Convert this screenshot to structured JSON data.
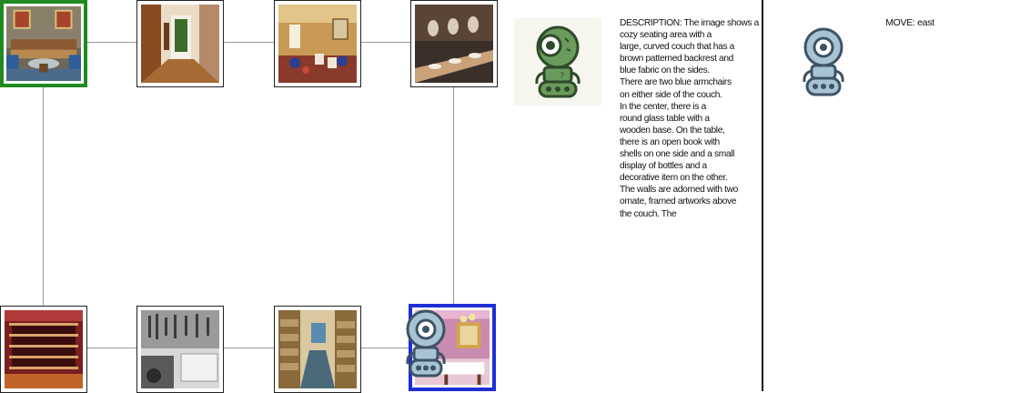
{
  "description_panel": {
    "text": "DESCRIPTION: The image shows a\ncozy seating area with a\nlarge, curved couch that has a\nbrown patterned backrest and\nblue fabric on the sides.\nThere are two blue armchairs\non either side of the couch.\nIn the center, there is a\nround glass table with a\nwooden base. On the table,\nthere is an open book with\nshells on one side and a small\ndisplay of bottles and a\ndecorative item on the other.\nThe walls are adorned with two\nornate, framed artworks above\nthe couch. The",
    "icon": "green-robot-icon"
  },
  "move_panel": {
    "text": "MOVE: east",
    "icon": "blue-robot-icon"
  },
  "map": {
    "rooms": [
      {
        "id": "seating-area",
        "icon": "seating-area-photo",
        "state": "visited"
      },
      {
        "id": "hallway",
        "icon": "hallway-photo",
        "state": "normal"
      },
      {
        "id": "playroom",
        "icon": "playroom-photo",
        "state": "normal"
      },
      {
        "id": "bathroom",
        "icon": "bathroom-photo",
        "state": "normal"
      },
      {
        "id": "wine-cellar",
        "icon": "wine-cellar-photo",
        "state": "normal"
      },
      {
        "id": "workshop",
        "icon": "workshop-photo",
        "state": "normal"
      },
      {
        "id": "storage",
        "icon": "storage-photo",
        "state": "normal"
      },
      {
        "id": "pink-room",
        "icon": "pink-room-photo",
        "state": "current"
      }
    ]
  },
  "colors": {
    "visited_border": "#1f8a1f",
    "current_border": "#1f2fd6",
    "edge": "#9a9a9a",
    "robot_green": "#6b9b5c",
    "robot_blue": "#a8c3d3"
  }
}
